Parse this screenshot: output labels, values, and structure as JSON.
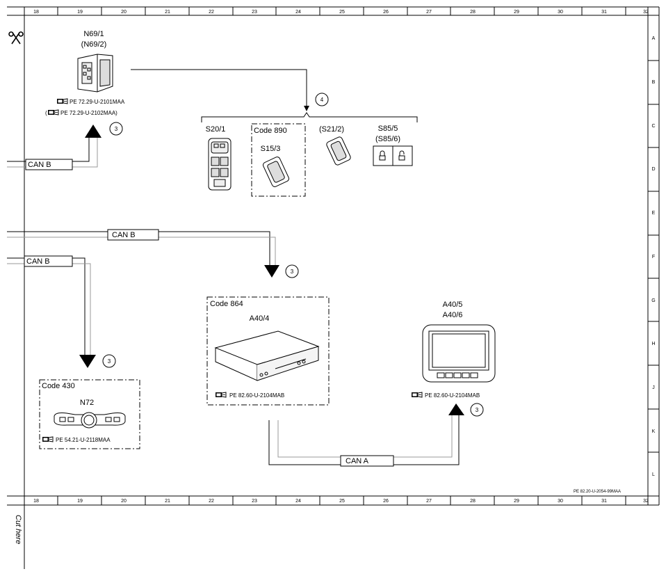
{
  "grid": {
    "columns": [
      "18",
      "19",
      "20",
      "21",
      "22",
      "23",
      "24",
      "25",
      "26",
      "27",
      "28",
      "29",
      "30",
      "31",
      "32"
    ],
    "rows": [
      "A",
      "B",
      "C",
      "D",
      "E",
      "F",
      "G",
      "H",
      "J",
      "K",
      "L"
    ]
  },
  "cut_text": "Cut here",
  "bus_labels": {
    "can_b_1": "CAN B",
    "can_b_2": "CAN B",
    "can_b_3": "CAN B",
    "can_a": "CAN A"
  },
  "markers": {
    "n69": "3",
    "group": "4",
    "a404": "3",
    "n72": "3",
    "a405": "3"
  },
  "components": {
    "n69": {
      "line1": "N69/1",
      "line2": "(N69/2)",
      "ref1": "PE 72.29-U-2101MAA",
      "ref2": "PE 72.29-U-2102MAA)",
      "ref2_prefix": "("
    },
    "s20": {
      "label": "S20/1"
    },
    "code890": {
      "code": "Code 890",
      "label": "S15/3"
    },
    "s21": {
      "label": "(S21/2)"
    },
    "s85": {
      "line1": "S85/5",
      "line2": "(S85/6)"
    },
    "a404": {
      "code": "Code 864",
      "label": "A40/4",
      "ref": "PE 82.60-U-2104MAB"
    },
    "a405": {
      "line1": "A40/5",
      "line2": "A40/6",
      "ref": "PE 82.60-U-2104MAB"
    },
    "n72": {
      "code": "Code 430",
      "label": "N72",
      "ref": "PE 54.21-U-2118MAA"
    }
  },
  "footer_ref": "PE 82.20-U-2054-99MAA"
}
